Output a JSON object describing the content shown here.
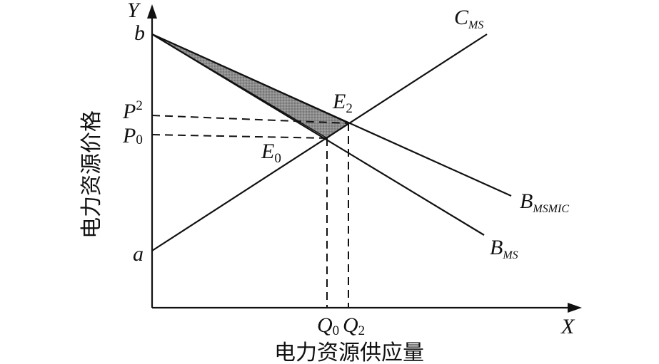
{
  "axes": {
    "y_letter": "Y",
    "x_letter": "X",
    "y_title": "电力资源价格",
    "x_title": "电力资源供应量"
  },
  "points": {
    "b": "b",
    "a": "a",
    "P2_main": "P",
    "P2_sub": "2",
    "P0_main": "P",
    "P0_sub": "0",
    "E2_main": "E",
    "E2_sub": "2",
    "E0_main": "E",
    "E0_sub": "0",
    "Q0_main": "Q",
    "Q0_sub": "0",
    "Q2_main": "Q",
    "Q2_sub": "2"
  },
  "curves": {
    "cms_main": "C",
    "cms_sub": "MS",
    "bmsmic_main": "B",
    "bmsmic_sub": "MSMIC",
    "bms_main": "B",
    "bms_sub": "MS"
  },
  "colors": {
    "line": "#111111",
    "shaded_area": "#8c8c8c"
  }
}
